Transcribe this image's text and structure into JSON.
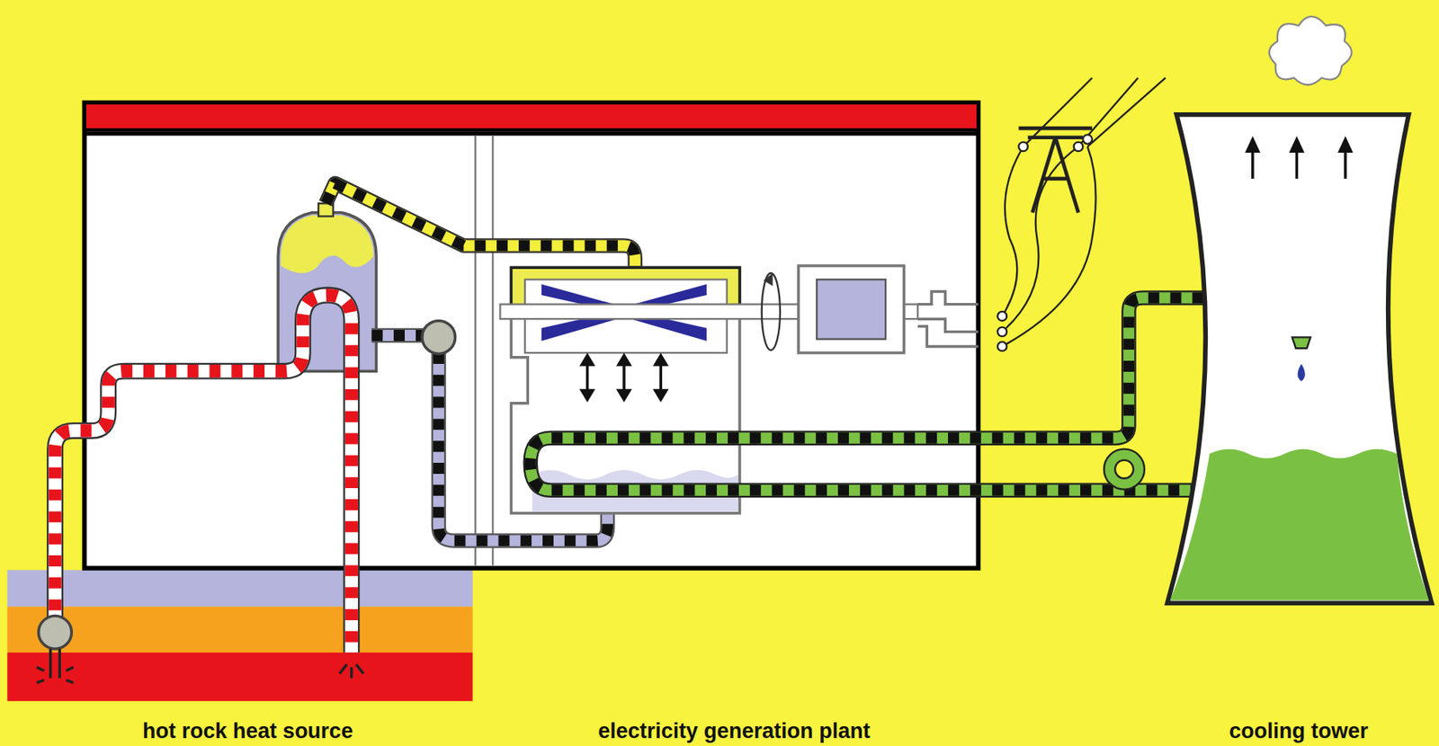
{
  "diagram": {
    "labels": [
      "hot rock heat source",
      "electricity generation plant",
      "cooling tower"
    ]
  }
}
